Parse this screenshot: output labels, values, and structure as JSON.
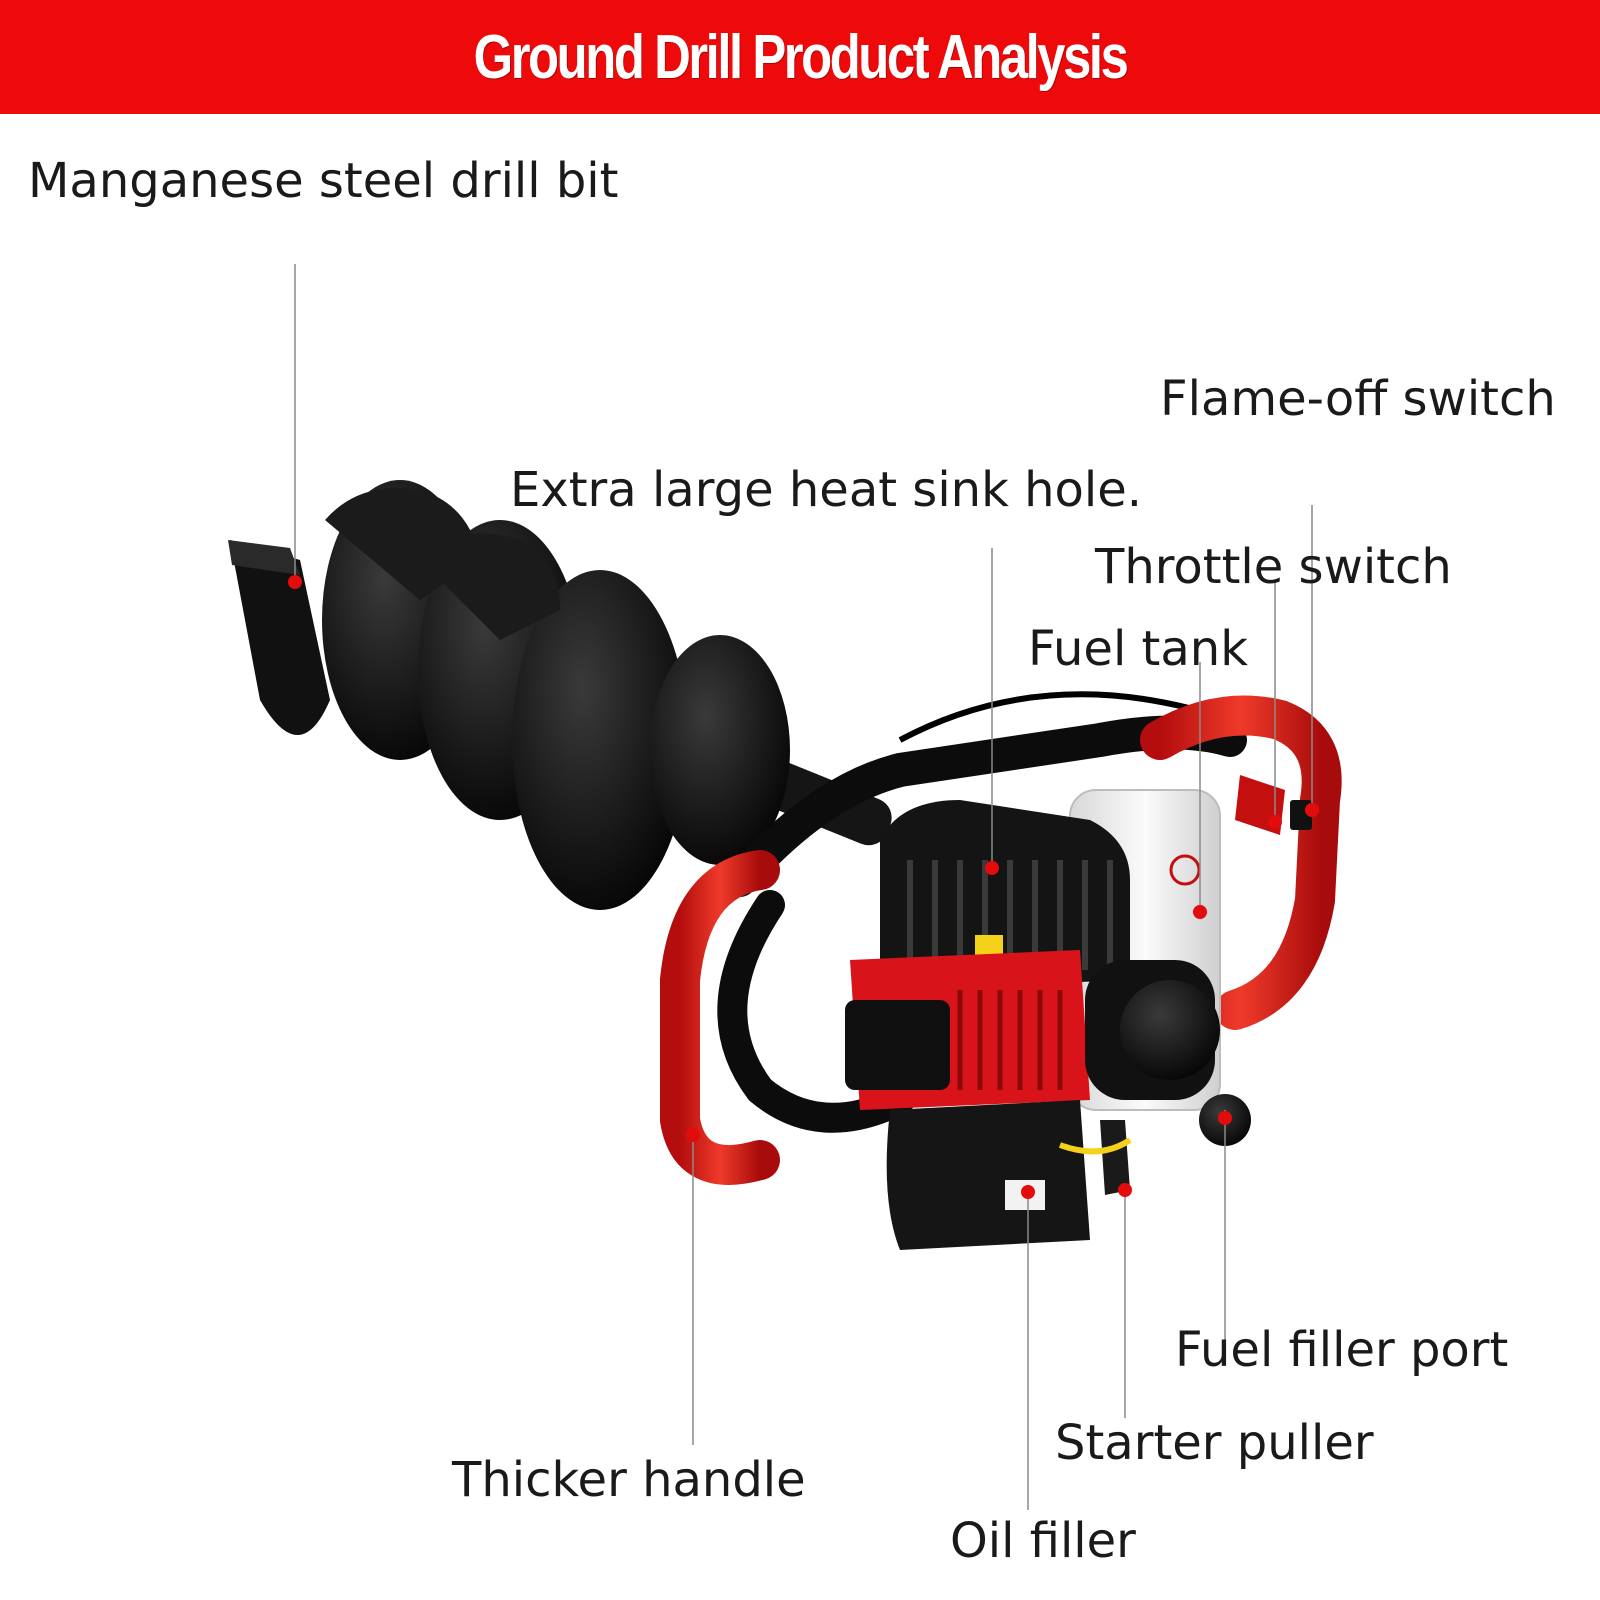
{
  "banner": {
    "title": "Ground Drill Product Analysis",
    "color": "#ee0a0a"
  },
  "labels": {
    "drill_bit": "Manganese steel drill bit",
    "flame_off": "Flame-off switch",
    "heat_sink": "Extra large heat sink hole.",
    "throttle": "Throttle switch",
    "fuel_tank": "Fuel tank",
    "fuel_filler": "Fuel filler port",
    "starter": "Starter puller",
    "handle": "Thicker handle",
    "oil_filler": "Oil filler"
  },
  "colors": {
    "accent": "#e30b0b",
    "body": "#111111",
    "tank": "#f2f2f2"
  },
  "icons": [
    "auger-bit",
    "engine",
    "handle-bar",
    "fuel-tank",
    "recoil-starter"
  ]
}
